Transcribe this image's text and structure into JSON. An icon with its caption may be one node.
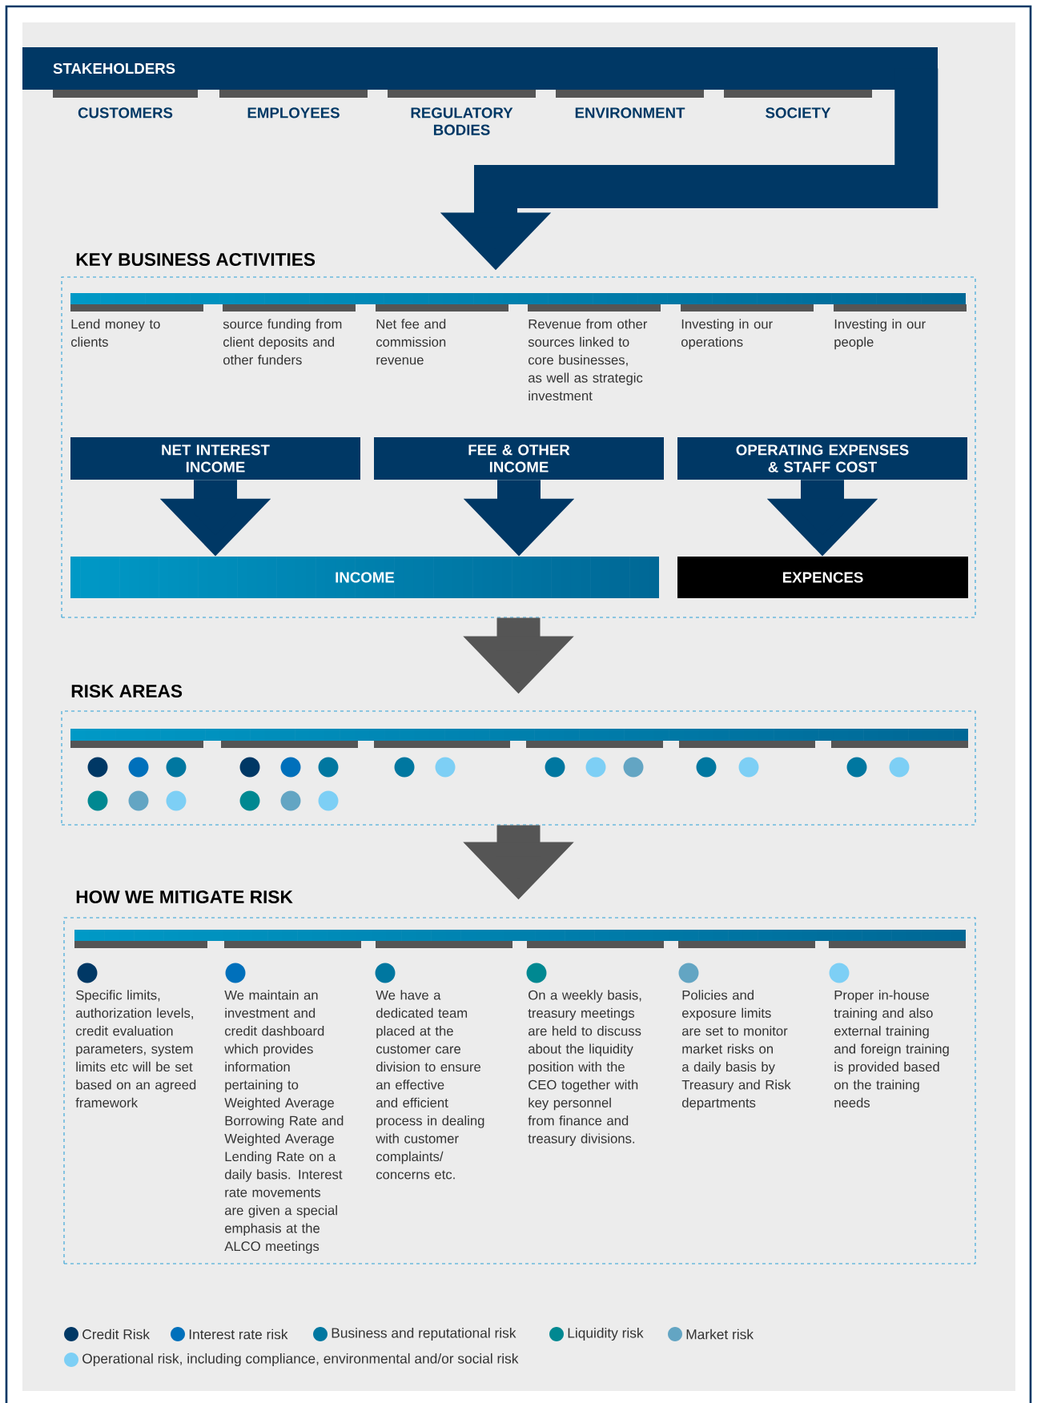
{
  "diagram": {
    "nodes": [
      {
        "text": [
          "STAKEHOLDERS"
        ]
      },
      {
        "text": [
          "KEY BUSINESS ACTIVITIES"
        ]
      },
      {
        "text": [
          "NET INTEREST INCOME"
        ],
        "in": 1
      },
      {
        "text": [
          "FEE & OTHER INCOME"
        ],
        "in": 1
      },
      {
        "text": [
          "OPERATING EXPENSES & STAFF COST"
        ],
        "in": 1
      },
      {
        "text": [
          "INCOME"
        ],
        "in": 1
      },
      {
        "text": [
          "EXPENCES"
        ],
        "in": 1
      },
      {
        "text": [
          "RISK AREAS"
        ]
      },
      {
        "text": [],
        "shape": "circle",
        "in": 7
      },
      {
        "text": [],
        "shape": "circle",
        "in": 7
      },
      {
        "text": [],
        "shape": "circle",
        "in": 7
      },
      {
        "text": [],
        "shape": "circle",
        "in": 7
      },
      {
        "text": [],
        "shape": "circle",
        "in": 7
      },
      {
        "text": [],
        "shape": "circle",
        "in": 7
      },
      {
        "text": [],
        "shape": "circle",
        "in": 7
      },
      {
        "text": [],
        "shape": "circle",
        "in": 7
      },
      {
        "text": [],
        "shape": "circle",
        "in": 7
      },
      {
        "text": [],
        "shape": "circle",
        "in": 7
      },
      {
        "text": [],
        "shape": "circle",
        "in": 7
      },
      {
        "text": [],
        "shape": "circle",
        "in": 7
      },
      {
        "text": [],
        "shape": "circle",
        "in": 7
      },
      {
        "text": [],
        "shape": "circle",
        "in": 7
      },
      {
        "text": [],
        "shape": "circle",
        "in": 7
      },
      {
        "text": [],
        "shape": "circle",
        "in": 7
      },
      {
        "text": [],
        "shape": "circle",
        "in": 7
      },
      {
        "text": [],
        "shape": "circle",
        "in": 7
      },
      {
        "text": [],
        "shape": "circle",
        "in": 7
      },
      {
        "text": [],
        "shape": "circle",
        "in": 7
      },
      {
        "text": [],
        "shape": "circle",
        "in": 7
      },
      {
        "text": [
          "HOW WE MITIGATE RISK"
        ]
      },
      {
        "text": [],
        "shape": "circle",
        "in": 29
      },
      {
        "text": [],
        "shape": "circle",
        "in": 29
      },
      {
        "text": [],
        "shape": "circle",
        "in": 29
      },
      {
        "text": [],
        "shape": "circle",
        "in": 29
      },
      {
        "text": [],
        "shape": "circle",
        "in": 29
      },
      {
        "text": [],
        "shape": "circle",
        "in": 29
      }
    ],
    "edges": [
      {
        "from": 0,
        "to": 1,
        "arrow": "to"
      },
      {
        "from": 2,
        "to": 5,
        "arrow": "to"
      },
      {
        "from": 3,
        "to": 5,
        "arrow": "to"
      },
      {
        "from": 4,
        "to": 6,
        "arrow": "to"
      },
      {
        "from": 1,
        "to": 7,
        "arrow": "to",
        "color": "#555555"
      },
      {
        "from": 7,
        "to": 29,
        "arrow": "to",
        "color": "#555555"
      }
    ],
    "labels": [
      "CUSTOMERS",
      "EMPLOYEES",
      "REGULATORY BODIES",
      "ENVIRONMENT",
      "SOCIETY",
      "Lend money to clients",
      "source funding from client deposits and other funders",
      "Net fee and commission revenue",
      "Revenue from other sources linked to core businesses, as well as strategic investment",
      "Investing in our operations",
      "Investing in our people",
      "Specific limits, authorization levels, credit evaluation parameters, system limits etc will be set based on an agreed framework",
      "We maintain an investment and credit dashboard which provides information pertaining to Weighted Average Borrowing Rate and Weighted Average Lending Rate on a daily basis. Interest rate movements are given a special emphasis at the ALCO meetings",
      "We have a dedicated team placed at the customer care division to ensure an effective and efficient process in dealing with customer complaints/ concerns etc.",
      "On a weekly basis, treasury meetings are held to discuss about the liquidity position with the CEO together with key personnel from finance and treasury divisions.",
      "Policies and exposure limits are set to monitor market risks on a daily basis by Treasury and Risk departments",
      "Proper in-house training and also external training and foreign training is provided based on the training needs"
    ],
    "legend": [
      {
        "text": "Credit Risk",
        "color": "#003865"
      },
      {
        "text": "Interest rate risk",
        "color": "#0070bb"
      },
      {
        "text": "Business and reputational risk",
        "color": "#0077a0"
      },
      {
        "text": "Liquidity risk",
        "color": "#008891"
      },
      {
        "text": "Market risk",
        "color": "#63a5c3"
      },
      {
        "text": "Operational risk, including compliance, environmental and/or social risk",
        "color": "#7dcff5"
      }
    ]
  }
}
